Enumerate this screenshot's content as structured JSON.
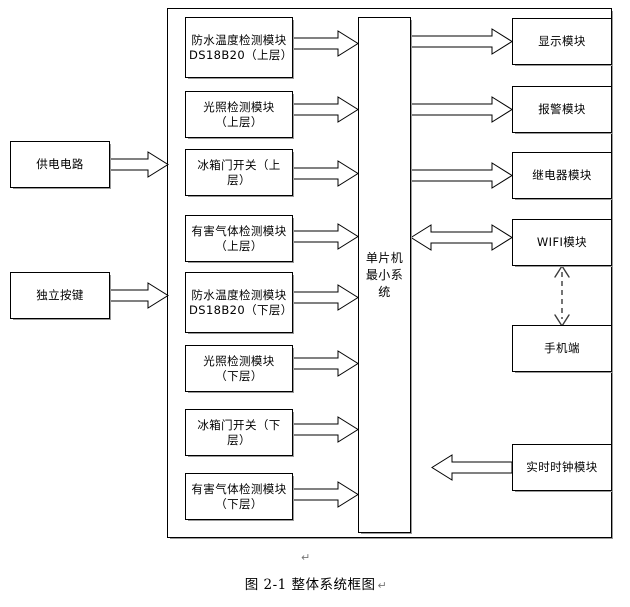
{
  "diagram": {
    "caption": "图 2-1 整体系统框图",
    "caption_pilcrow": "↵",
    "mid_pilcrow": "↵",
    "colors": {
      "line": "#000000",
      "shadow": "#9a9a9a",
      "background": "#ffffff",
      "text": "#000000"
    },
    "left_inputs": [
      {
        "id": "power-supply-circuit",
        "label": "供电电路"
      },
      {
        "id": "independent-keys",
        "label": "独立按键"
      }
    ],
    "sensor_modules": [
      {
        "id": "waterproof-temp-ds18b20-upper",
        "label": "防水温度检测模块DS18B20（上层）"
      },
      {
        "id": "light-detect-upper",
        "label": "光照检测模块\n（上层）"
      },
      {
        "id": "fridge-door-switch-upper",
        "label": "冰箱门开关（上层）"
      },
      {
        "id": "harmful-gas-upper",
        "label": "有害气体检测模块（上层）"
      },
      {
        "id": "waterproof-temp-ds18b20-lower",
        "label": "防水温度检测模块DS18B20（下层）"
      },
      {
        "id": "light-detect-lower",
        "label": "光照检测模块\n（下层）"
      },
      {
        "id": "fridge-door-switch-lower",
        "label": "冰箱门开关（下层）"
      },
      {
        "id": "harmful-gas-lower",
        "label": "有害气体检测模块（下层）"
      }
    ],
    "mcu": {
      "id": "mcu-minimum-system",
      "label": "单片机\n最小系统"
    },
    "output_modules": [
      {
        "id": "display-module",
        "label": "显示模块"
      },
      {
        "id": "alarm-module",
        "label": "报警模块"
      },
      {
        "id": "relay-module",
        "label": "继电器模块"
      },
      {
        "id": "wifi-module",
        "label": "WIFI模块"
      },
      {
        "id": "mobile-terminal",
        "label": "手机端"
      },
      {
        "id": "realtime-clock-module",
        "label": "实时时钟模块"
      }
    ],
    "connections": [
      {
        "from": "power-supply-circuit",
        "to": "system-frame",
        "style": "block-arrow",
        "direction": "right"
      },
      {
        "from": "independent-keys",
        "to": "system-frame",
        "style": "block-arrow",
        "direction": "right"
      },
      {
        "from": "waterproof-temp-ds18b20-upper",
        "to": "mcu-minimum-system",
        "style": "block-arrow",
        "direction": "right"
      },
      {
        "from": "light-detect-upper",
        "to": "mcu-minimum-system",
        "style": "block-arrow",
        "direction": "right"
      },
      {
        "from": "fridge-door-switch-upper",
        "to": "mcu-minimum-system",
        "style": "block-arrow",
        "direction": "right"
      },
      {
        "from": "harmful-gas-upper",
        "to": "mcu-minimum-system",
        "style": "block-arrow",
        "direction": "right"
      },
      {
        "from": "waterproof-temp-ds18b20-lower",
        "to": "mcu-minimum-system",
        "style": "block-arrow",
        "direction": "right"
      },
      {
        "from": "light-detect-lower",
        "to": "mcu-minimum-system",
        "style": "block-arrow",
        "direction": "right"
      },
      {
        "from": "fridge-door-switch-lower",
        "to": "mcu-minimum-system",
        "style": "block-arrow",
        "direction": "right"
      },
      {
        "from": "harmful-gas-lower",
        "to": "mcu-minimum-system",
        "style": "block-arrow",
        "direction": "right"
      },
      {
        "from": "mcu-minimum-system",
        "to": "display-module",
        "style": "block-arrow",
        "direction": "right"
      },
      {
        "from": "mcu-minimum-system",
        "to": "alarm-module",
        "style": "block-arrow",
        "direction": "right"
      },
      {
        "from": "mcu-minimum-system",
        "to": "relay-module",
        "style": "block-arrow",
        "direction": "right"
      },
      {
        "from": "mcu-minimum-system",
        "to": "wifi-module",
        "style": "block-arrow",
        "direction": "both"
      },
      {
        "from": "wifi-module",
        "to": "mobile-terminal",
        "style": "dashed-arrow",
        "direction": "both"
      },
      {
        "from": "realtime-clock-module",
        "to": "mcu-minimum-system",
        "style": "block-arrow",
        "direction": "left"
      }
    ]
  }
}
